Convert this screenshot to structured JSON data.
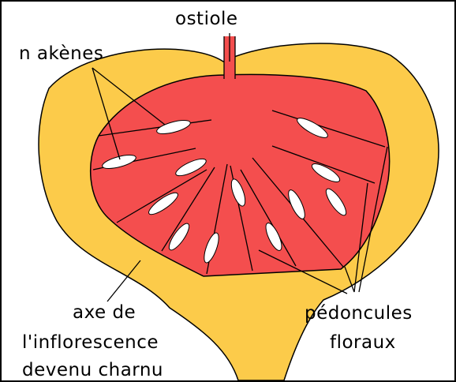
{
  "diagram": {
    "labels": {
      "ostiole": "ostiole",
      "akenes": "n akènes",
      "axe_line1": "axe de",
      "axe_line2": "l'inflorescence",
      "axe_line3": "devenu charnu",
      "pedoncules_line1": "pédoncules",
      "pedoncules_line2": "floraux"
    },
    "colors": {
      "receptacle": "#FCCB4A",
      "pulp": "#F44E4E",
      "achene": "#FFFFFF",
      "outline": "#000000",
      "background": "#FFFFFF"
    }
  }
}
